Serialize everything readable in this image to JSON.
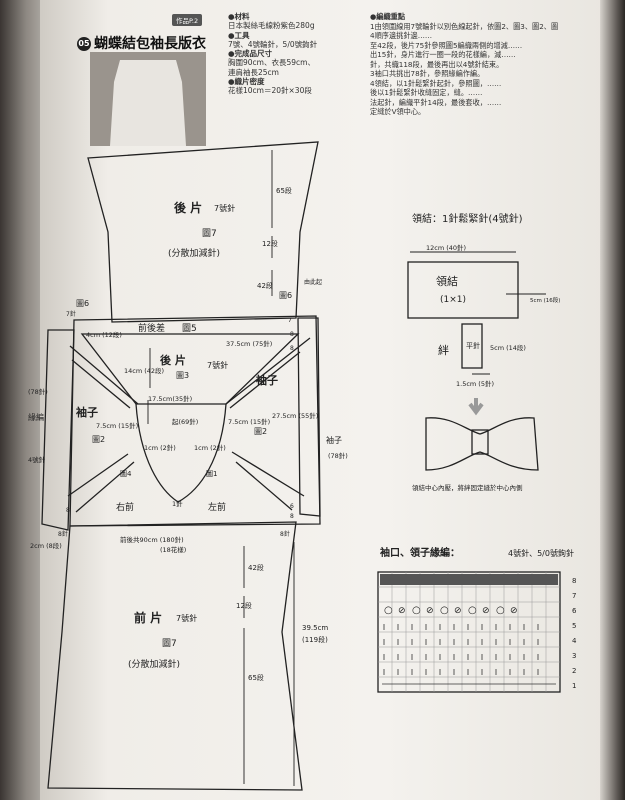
{
  "header": {
    "work_no": "作品P.2",
    "title_num": "05",
    "title": "蝴蝶結包袖長版衣"
  },
  "materials": [
    {
      "head": "●材料",
      "lines": [
        "日本製絲毛線粉紫色280g"
      ]
    },
    {
      "head": "●工具",
      "lines": [
        "7號、4號輪針，5/0號鉤針"
      ]
    },
    {
      "head": "●完成品尺寸",
      "lines": [
        "胸圍90cm、衣長59cm、",
        "連肩袖長25cm"
      ]
    },
    {
      "head": "●織片密度",
      "lines": [
        "花樣10cm＝20針×30段"
      ]
    }
  ],
  "steps": {
    "head": "●編織重點",
    "items": [
      "1由領圍線用7號輪針以別色線起針，依圖2、圖3、圖2、圖4順序邊挑針邊……",
      "至42段，後片75針參照圖5編織兩側的增減……",
      "出15針，身片進行一圈一段的花樣編，減……",
      "針，共織118段，最後再出以4號針結束。",
      "3袖口共挑出78針，參照緣編作編。",
      "4領結，以1針鬆緊針起針，參照圖，……",
      "後以1針鬆緊針收縫固定，縫。……",
      "法起針，編織平針14段，最後套收，……",
      "定縫於V領中心。"
    ]
  },
  "diagram": {
    "back": {
      "name": "後 片",
      "needle": "7號針",
      "fig": "圖7",
      "note": "(分散加減針)",
      "rows_a": "65段",
      "rows_b": "12段",
      "rows_c": "42段",
      "fig6": "圖6"
    },
    "collar": {
      "name": "前後差",
      "fig": "圖5",
      "w": "4cm (12段)",
      "side": "由此起"
    },
    "back_yoke": {
      "name": "後 片",
      "fig": "圖3",
      "needle": "7號針",
      "h": "14cm (42段)",
      "w": "37.5cm (75針)",
      "start": "起(69針)",
      "w2": "17.5cm(35針)"
    },
    "sleeve_l": {
      "name": "袖子",
      "fig": "圖2",
      "w": "7.5cm (15針)",
      "edge": "緣編",
      "needle": "4號針",
      "stitches": "(78針)",
      "bottom": "2cm (8段)"
    },
    "sleeve_r": {
      "name": "袖子",
      "fig": "圖2",
      "w": "7.5cm (15針)",
      "h": "27.5cm (55針)",
      "right": "袖子",
      "stitches": "(78針)"
    },
    "front_l": {
      "name": "右前",
      "fig": "圖4",
      "v": "1cm (2針)"
    },
    "front_r": {
      "name": "左前",
      "fig": "圖1",
      "v": "1cm (2針)",
      "c": "1針"
    },
    "marks": {
      "m7a": "7針",
      "m8a": "8",
      "m8b": "8",
      "m7b": "7",
      "m8c": "8",
      "m8d": "8針",
      "m8e": "8針",
      "m6": "6",
      "m8f": "8"
    },
    "waist": {
      "text": "前後共90cm (180針)",
      "sub": "(18花樣)"
    },
    "front": {
      "name": "前 片",
      "needle": "7號針",
      "fig": "圖7",
      "note": "(分散加減針)",
      "rows_a": "42段",
      "rows_b": "12段",
      "rows_c": "65段",
      "total": "39.5cm",
      "total_rows": "(119段)"
    }
  },
  "bow": {
    "title": "領結：1針鬆緊針(4號針)",
    "w": "12cm (40針)",
    "name": "領結",
    "sub": "(1×1)",
    "h": "5cm (16段)",
    "band": "絆",
    "band_st": "平針",
    "band_h": "5cm (14段)",
    "band_w": "1.5cm (5針)",
    "caption": "領結中心內壓，將絆固定縫於中心內側"
  },
  "chart": {
    "title": "袖口、領子緣編：",
    "needles": "4號針、5/0號鉤針",
    "rows": [
      "8",
      "7",
      "6",
      "5",
      "4",
      "3",
      "2",
      "1"
    ]
  }
}
